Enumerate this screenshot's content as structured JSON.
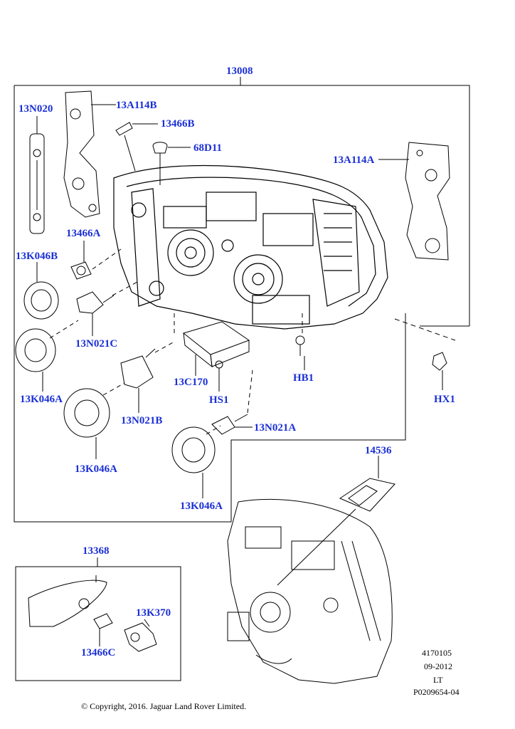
{
  "callouts": {
    "c13008": "13008",
    "c13N020": "13N020",
    "c13A114B": "13A114B",
    "c13466B": "13466B",
    "c68D11": "68D11",
    "c13A114A": "13A114A",
    "c13466A": "13466A",
    "c13K046B": "13K046B",
    "c13N021C": "13N021C",
    "c13K046A_1": "13K046A",
    "c13N021B": "13N021B",
    "c13K046A_2": "13K046A",
    "c13C170": "13C170",
    "cHS1": "HS1",
    "cHB1": "HB1",
    "cHX1": "HX1",
    "c13N021A": "13N021A",
    "c13K046A_3": "13K046A",
    "c14536": "14536",
    "c13368": "13368",
    "c13K370": "13K370",
    "c13466C": "13466C"
  },
  "reference": {
    "line1": "4170105",
    "line2": "09-2012",
    "line3": "LT",
    "line4": "P0209654-04"
  },
  "copyright": "© Copyright, 2016. Jaguar Land Rover Limited.",
  "colors": {
    "callout": "#1a2fd6",
    "line": "#000000"
  }
}
